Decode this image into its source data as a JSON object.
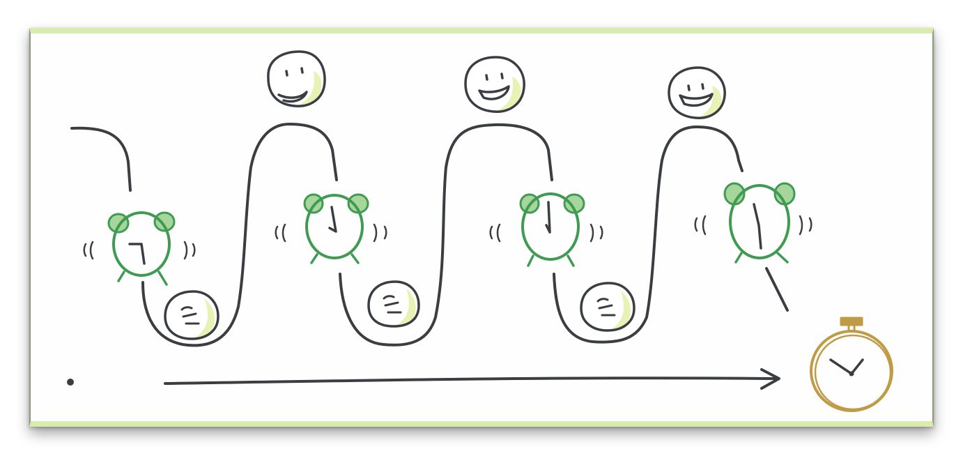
{
  "diagram": {
    "kind": "sketch",
    "frame_color": "#d9ecaf",
    "frame_edge_color": "#8e9a80",
    "ink_color": "#3a3d42",
    "clock_color": "#3f9a52",
    "clock_bell_color": "#a7d69c",
    "face_tint_color": "#e9f2b5",
    "stopwatch_color": "#c09b45",
    "cycles": [
      {
        "phase": "awake",
        "alarm": true,
        "mood": "sad-sleeping"
      },
      {
        "phase": "awake",
        "alarm": true,
        "mood": "sad-sleeping"
      },
      {
        "phase": "awake",
        "alarm": true,
        "mood": "sad-sleeping"
      },
      {
        "phase": "awake",
        "alarm": true,
        "mood": "none"
      }
    ],
    "icons": [
      "start-dot-icon",
      "alarm-clock-icon",
      "happy-face-icon",
      "sleepy-face-icon",
      "timeline-arrow-icon",
      "stopwatch-icon"
    ]
  }
}
